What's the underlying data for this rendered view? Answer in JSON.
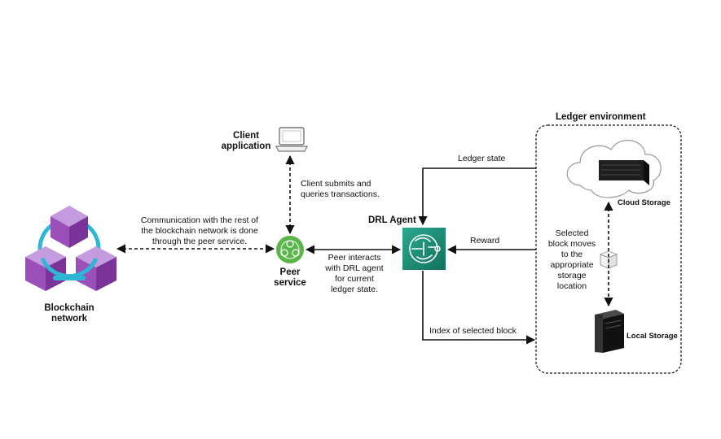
{
  "nodes": {
    "blockchain_network": "Blockchain\nnetwork",
    "client_application": "Client\napplication",
    "peer_service": "Peer\nservice",
    "drl_agent": "DRL Agent",
    "ledger_environment": "Ledger environment",
    "cloud_storage": "Cloud Storage",
    "local_storage": "Local Storage"
  },
  "edges": {
    "communication": "Communication with the rest of\nthe blockchain network is done\nthrough the peer service.",
    "client_submits": "Client submits and\nqueries transactions.",
    "peer_interacts": "Peer interacts\nwith DRL agent\nfor current\nledger state.",
    "ledger_state": "Ledger state",
    "reward": "Reward",
    "index_selected": "Index of selected block",
    "block_moves": "Selected\nblock moves\nto the\nappropriate\nstorage\nlocation"
  },
  "colors": {
    "cube": "#9b4fb8",
    "ring": "#2fb5d6",
    "peer_green": "#5ab54a",
    "drl_teal": "#1f8c78"
  }
}
